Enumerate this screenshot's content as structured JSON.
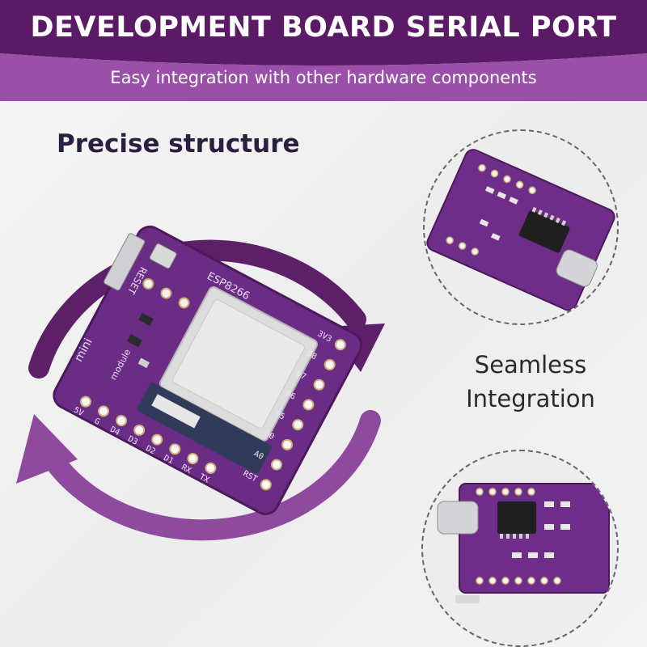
{
  "banner": {
    "title": "DEVELOPMENT BOARD SERIAL PORT",
    "subtitle": "Easy integration with other hardware components"
  },
  "labels": {
    "precise": "Precise structure",
    "seamless_line1": "Seamless",
    "seamless_line2": "Integration"
  },
  "board": {
    "reset": "RESET",
    "brand": "ESP8266",
    "module": "module",
    "mini": "mini",
    "top_pins": [
      "3V3",
      "D8",
      "D7",
      "D6",
      "D5",
      "D0",
      "A0",
      "RST"
    ],
    "bottom_pins": [
      "5V",
      "G",
      "D4",
      "D3",
      "D2",
      "D1",
      "RX",
      "TX"
    ]
  },
  "colors": {
    "banner": "#5a1a66",
    "banner_light": "#9a4fa9",
    "pcb": "#6b2c86",
    "arrow_dark": "#5c1f68",
    "arrow_light": "#8e4a9d"
  }
}
